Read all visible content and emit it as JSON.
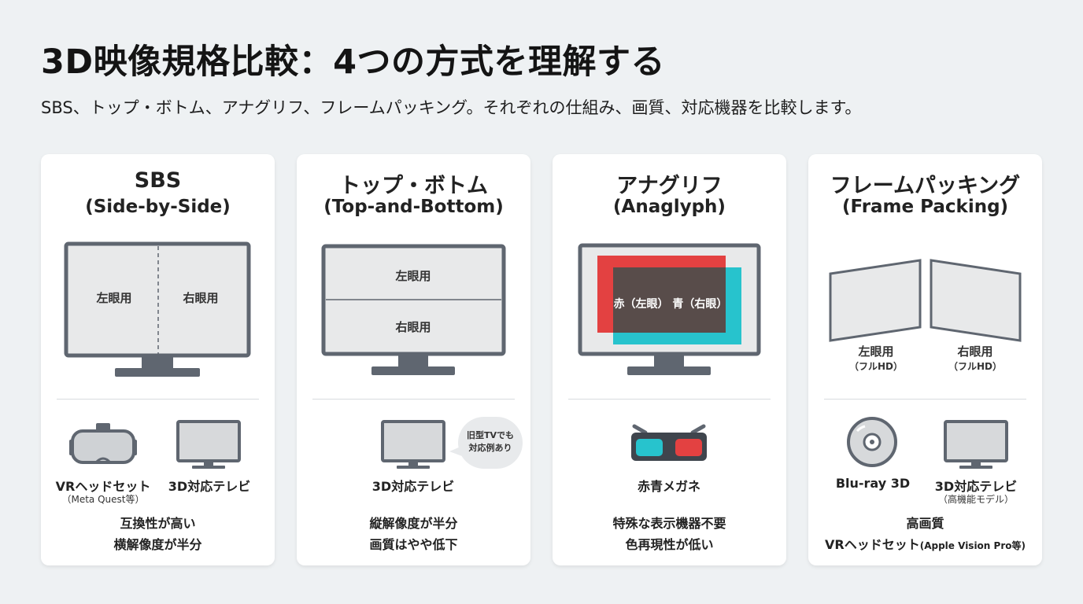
{
  "title": "3D映像規格比較：4つの方式を理解する",
  "subtitle": "SBS、トップ・ボトム、アナグリフ、フレームパッキング。それぞれの仕組み、画質、対応機器を比較します。",
  "colors": {
    "background": "#eef1f3",
    "card": "#ffffff",
    "monitor": "#5f6670",
    "screen": "#e8e9ea",
    "anaglyph_red": "#e34141",
    "anaglyph_cyan": "#27c3cd",
    "anaglyph_overlap": "#584c4a"
  },
  "cards": [
    {
      "title": "SBS",
      "subtitle": "(Side-by-Side)",
      "left_label": "左眼用",
      "right_label": "右眼用",
      "devices": [
        {
          "icon": "vr-headset-icon",
          "label": "VRヘッドセット",
          "note": "（Meta Quest等）"
        },
        {
          "icon": "tv-icon",
          "label": "3D対応テレビ"
        }
      ],
      "notes": [
        "互換性が高い",
        "横解像度が半分"
      ]
    },
    {
      "title": "トップ・ボトム",
      "subtitle": "(Top-and-Bottom)",
      "top_label": "左眼用",
      "bottom_label": "右眼用",
      "devices": [
        {
          "icon": "tv-icon",
          "label": "3D対応テレビ"
        }
      ],
      "bubble": [
        "旧型TVでも",
        "対応例あり"
      ],
      "notes": [
        "縦解像度が半分",
        "画質はやや低下"
      ]
    },
    {
      "title": "アナグリフ",
      "subtitle": "(Anaglyph)",
      "overlay_label": "赤（左眼） 青（右眼）",
      "devices": [
        {
          "icon": "red-cyan-glasses-icon",
          "label": "赤青メガネ"
        }
      ],
      "notes": [
        "特殊な表示機器不要",
        "色再現性が低い"
      ]
    },
    {
      "title": "フレームパッキング",
      "subtitle": "(Frame Packing)",
      "frames": [
        {
          "label": "左眼用",
          "note": "（フルHD）"
        },
        {
          "label": "右眼用",
          "note": "（フルHD）"
        }
      ],
      "devices": [
        {
          "icon": "bluray-disc-icon",
          "label": "Blu-ray 3D"
        },
        {
          "icon": "tv-icon",
          "label": "3D対応テレビ",
          "note": "（高機能モデル）"
        }
      ],
      "notes": [
        "高画質",
        "VRヘッドセット"
      ],
      "note_suffix": "(Apple Vision Pro等)"
    }
  ]
}
